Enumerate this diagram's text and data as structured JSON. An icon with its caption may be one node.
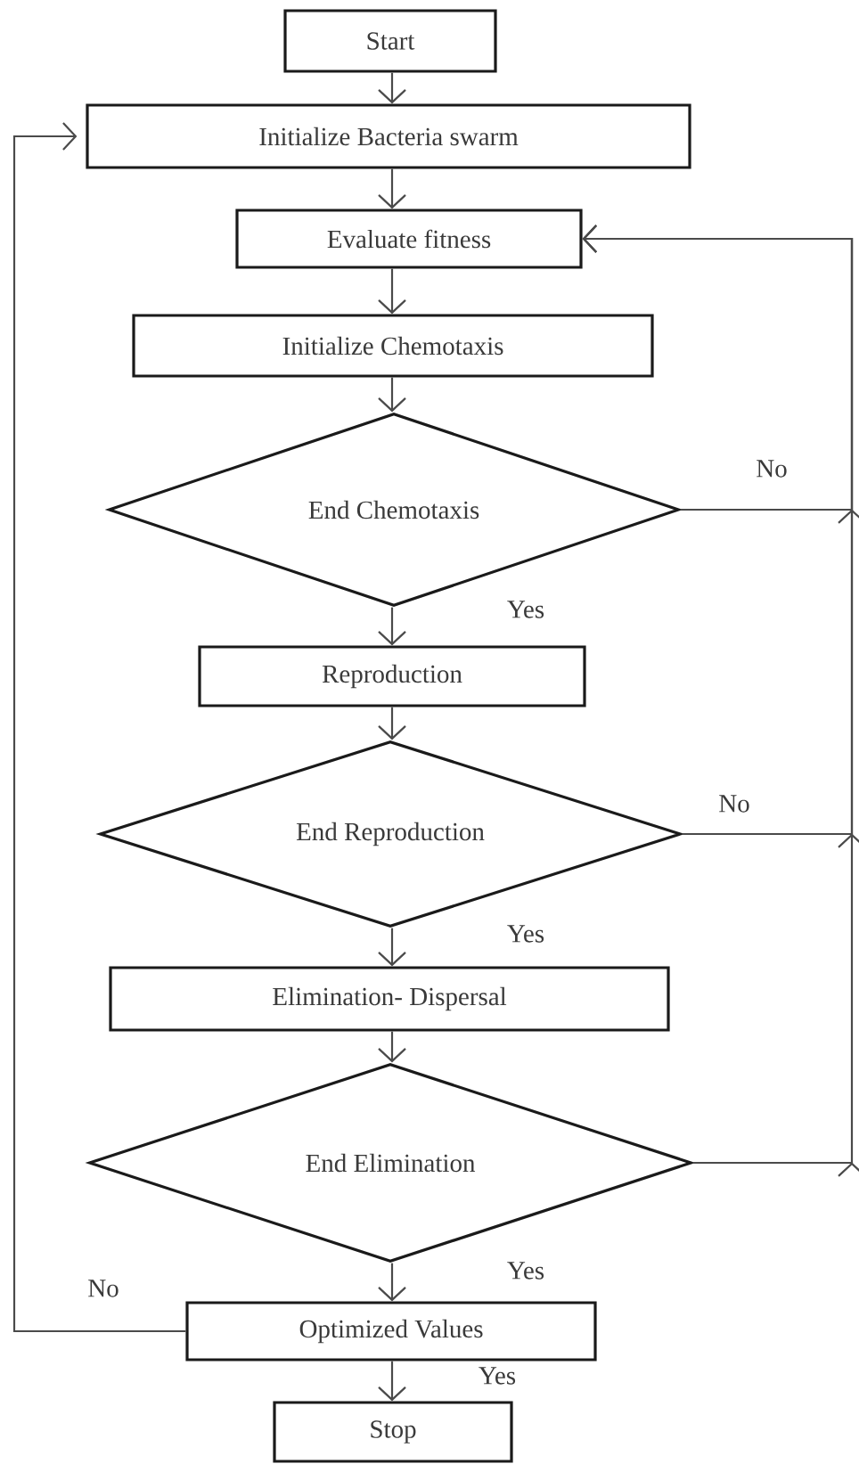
{
  "diagram": {
    "nodes": [
      {
        "text": [
          "Start"
        ]
      },
      {
        "text": [
          "Initialize Bacteria swarm"
        ]
      },
      {
        "text": [
          "Evaluate fitness"
        ]
      },
      {
        "text": [
          "Initialize Chemotaxis"
        ]
      },
      {
        "text": [
          "End Chemotaxis"
        ]
      },
      {
        "text": [
          "Reproduction"
        ]
      },
      {
        "text": [
          "End Reproduction"
        ]
      },
      {
        "text": [
          "Elimination- Dispersal"
        ]
      },
      {
        "text": [
          "End Elimination"
        ]
      },
      {
        "text": [
          "Optimized Values"
        ]
      },
      {
        "text": [
          "Stop"
        ]
      }
    ],
    "edges": [
      {
        "from": 0,
        "to": 1,
        "arrow": "to"
      },
      {
        "from": 1,
        "to": 2,
        "arrow": "to"
      },
      {
        "from": 2,
        "to": 3,
        "arrow": "to"
      },
      {
        "from": 3,
        "to": 4,
        "arrow": "to"
      },
      {
        "from": 4,
        "to": 2,
        "arrow": "to",
        "label": "No"
      },
      {
        "from": 4,
        "to": 5,
        "arrow": "to",
        "label": "Yes"
      },
      {
        "from": 5,
        "to": 6,
        "arrow": "to"
      },
      {
        "from": 6,
        "to": 2,
        "arrow": "to",
        "label": "No"
      },
      {
        "from": 6,
        "to": 7,
        "arrow": "to",
        "label": "Yes"
      },
      {
        "from": 7,
        "to": 8,
        "arrow": "to"
      },
      {
        "from": 8,
        "to": 2,
        "arrow": "to"
      },
      {
        "from": 8,
        "to": 9,
        "arrow": "to",
        "label": "Yes"
      },
      {
        "from": 9,
        "to": 1,
        "arrow": "to",
        "label": "No"
      },
      {
        "from": 9,
        "to": 10,
        "arrow": "to",
        "label": "Yes"
      }
    ]
  }
}
